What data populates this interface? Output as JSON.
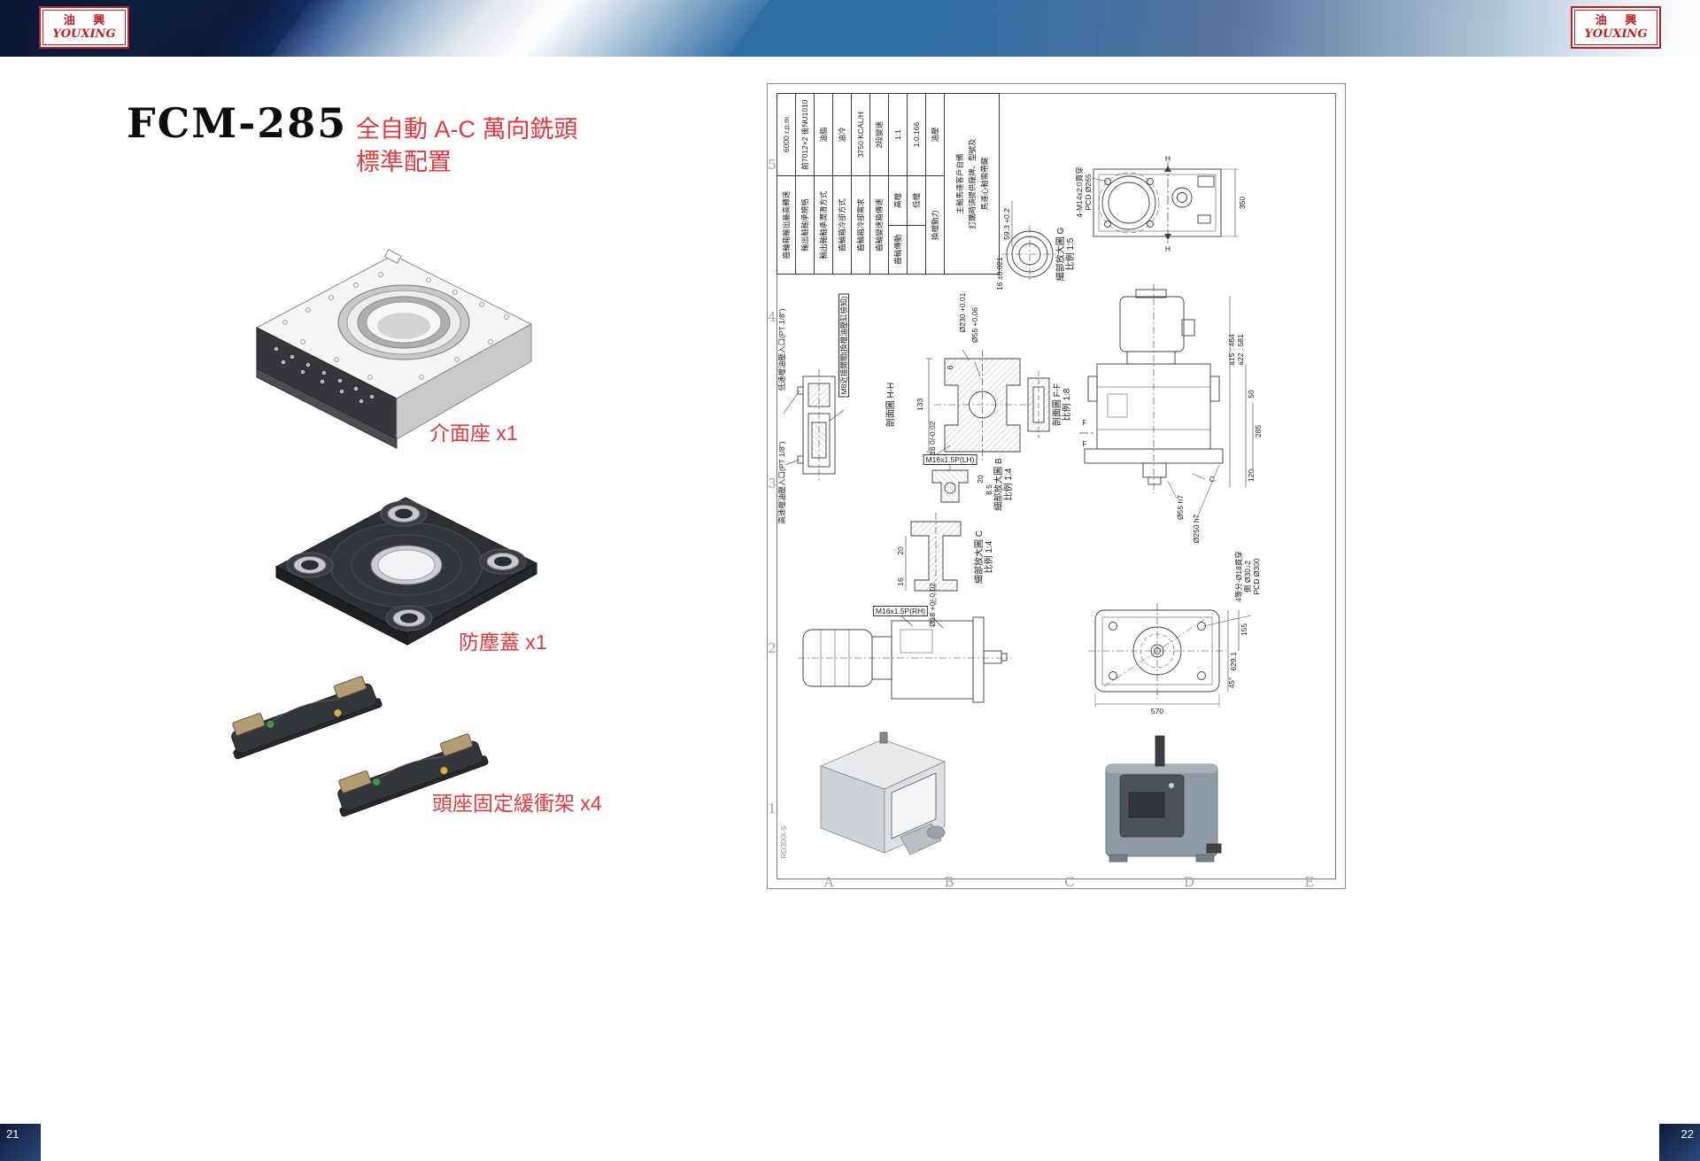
{
  "page": {
    "left_number": "21",
    "right_number": "22"
  },
  "brand": {
    "cn": "油 興",
    "en": "YOUXING"
  },
  "colors": {
    "accent_red": "#e8383d",
    "logo_red": "#c21f24",
    "banner_navy": "#0b1531",
    "banner_blue": "#2e6da4",
    "page_box_navy": "#13204a"
  },
  "left": {
    "model": "FCM-285",
    "subtitle1": "全自動 A-C 萬向銑頭",
    "subtitle2": "標準配置",
    "parts": [
      {
        "label": "介面座 x1"
      },
      {
        "label": "防塵蓋 x1"
      },
      {
        "label": "頭座固定緩衝架 x4"
      }
    ]
  },
  "drawing": {
    "grid_rows": [
      "5",
      "4",
      "3",
      "2",
      "1"
    ],
    "grid_cols": [
      "A",
      "B",
      "C",
      "D",
      "E"
    ],
    "spec_table": [
      {
        "label": "齒輪箱輸出最高轉速",
        "value": "6000 r.p.m"
      },
      {
        "label": "輸出軸軸承規格",
        "value": "前7012×2 後NU1010"
      },
      {
        "label": "輸出軸軸承潤滑方式",
        "value": "油脂"
      },
      {
        "label": "齒輪箱冷卻方式",
        "value": "油冷"
      },
      {
        "label": "齒輪箱冷卻需求",
        "value": "3750 KCAL/H"
      },
      {
        "label": "齒輪變速箱傳速",
        "value": "2段變速"
      },
      {
        "label": "齒輪傳動",
        "sub": "高檔",
        "value": "1:1"
      },
      {
        "label": "",
        "sub": "低檔",
        "value": "1:0.166"
      },
      {
        "label": "換檔動力",
        "value": "油壓"
      }
    ],
    "spec_note": [
      "主軸馬達客戶自備",
      "訂購時須提供廠牌、型號及",
      "馬達心軸需帶鍵"
    ],
    "labels": {
      "low_speed_oil": "低速檔油壓入口(PT 1/8\")",
      "m8_switch": "M8近接開關(換檔油壓缸檢知)",
      "high_speed_oil": "高速檔油壓入口(PT 1/8\")",
      "section_hh": "剖面圖 H-H",
      "section_ff": "剖面圖 F-F",
      "section_ff_scale": "比例 1:8",
      "detail_b": "細部放大圖 B",
      "detail_b_scale": "比例 1:4",
      "detail_c": "細部放大圖 C",
      "detail_c_scale": "比例 1:4",
      "detail_g": "細部放大圖 G",
      "detail_g_scale": "比例 1:5",
      "bolt_note_top": "4-M14x2.0貫穿",
      "bolt_note_top2": "PCD Ø265",
      "dim_350": "350",
      "dim_59_3": "59.3 +0.2",
      "dim_16_tol": "16 ±0.021",
      "dim_230": "Ø230 +0.01",
      "dim_55tol": "Ø55 +0.06",
      "dim_6": "6",
      "dim_133": "133",
      "dim_18a": "Ø18 0/-0.02",
      "thread_lh": "M16x1.5P(LH)",
      "dim_20a": "20",
      "dim_8_5": "8.5",
      "thread_rh": "M16x1.5P(RH)",
      "dim_18b": "Ø18 +0/-0.02",
      "dim_16b": "16",
      "dim_20b": "20",
      "dim_a15": "a15 : 464",
      "dim_a22": "a22 : 581",
      "dim_50": "50",
      "dim_285": "285",
      "dim_120": "120",
      "dim_55h7": "Ø55 h7",
      "dim_250h7": "Ø250 h7",
      "view_c": "C",
      "view_h": "H",
      "view_f": "F",
      "bolt_note_bottom": "4等分-Ø18貫穿",
      "bolt_note_bottom2": "側 Ø30↓2",
      "bolt_note_bottom3": "PCD Ø300",
      "dim_629_1": "629.1",
      "dim_155": "155",
      "dim_45": "45°",
      "dim_570": "570",
      "doc_code": "RD300I-S"
    }
  }
}
